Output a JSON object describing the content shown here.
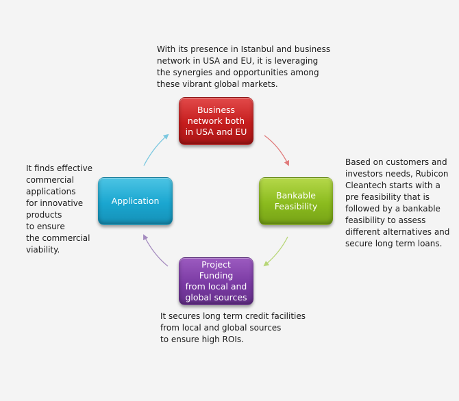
{
  "colors": {
    "red": "#c51d1d",
    "green": "#8bbb1e",
    "purple": "#7a3aa3",
    "blue": "#1aa6d0",
    "arrow_red": "#e07a7a",
    "arrow_green": "#b7d676",
    "arrow_purple": "#a48bbf",
    "arrow_blue": "#7cc8e0"
  },
  "nodes": {
    "business": {
      "label": "Business\nnetwork both\nin USA and EU"
    },
    "bankable": {
      "label": "Bankable\nFeasibility"
    },
    "funding": {
      "label": "Project Funding\nfrom local and\nglobal sources"
    },
    "application": {
      "label": "Application"
    }
  },
  "descriptions": {
    "top": "With its presence in Istanbul and business\nnetwork in USA and EU, it is  leveraging\nthe synergies and opportunities among\nthese vibrant global markets.",
    "right": "Based on customers and\ninvestors needs, Rubicon\nCleantech starts with a\npre feasibility that is\nfollowed by a bankable\nfeasibility to assess\ndifferent alternatives  and\nsecure long term loans.",
    "bottom": "It secures long term credit facilities\nfrom local and global sources\nto ensure high ROIs.",
    "left": "It finds effective\ncommercial\napplications\nfor innovative\nproducts\nto ensure\nthe commercial\nviability."
  }
}
